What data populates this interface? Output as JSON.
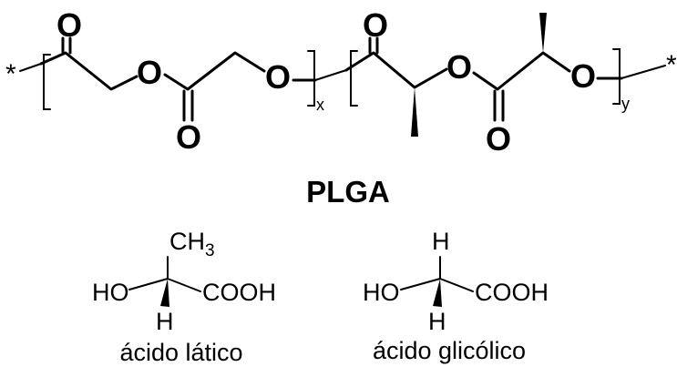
{
  "polymer": {
    "end_left": "*",
    "end_right": "*",
    "glycolide_unit": {
      "carbonyl_o_top": "O",
      "ester_o": "O",
      "carbonyl_o_bottom": "O",
      "chain_o": "O",
      "subscript": "x"
    },
    "lactide_unit": {
      "carbonyl_o_top": "O",
      "ester_o": "O",
      "carbonyl_o_bottom": "O",
      "chain_o": "O",
      "subscript": "y"
    },
    "name": "PLGA"
  },
  "monomers": [
    {
      "top_group": "CH",
      "top_group_sub": "3",
      "left_group": "HO",
      "right_group": "COOH",
      "bottom_group": "H",
      "caption": "ácido lático"
    },
    {
      "top_group": "H",
      "left_group": "HO",
      "right_group": "COOH",
      "bottom_group": "H",
      "caption": "ácido glicólico"
    }
  ]
}
